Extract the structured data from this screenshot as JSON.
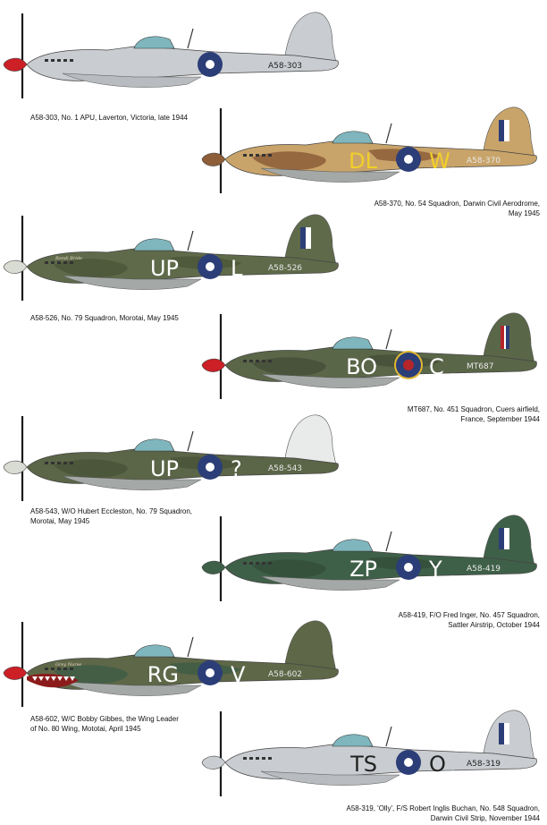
{
  "profiles": [
    {
      "serial": "A58-303",
      "code_left": "",
      "code_right": "",
      "camo": "silver",
      "base": "#c9ccd0",
      "dark": "#a9acb0",
      "spinner": "#cc1f26",
      "fin_flash": false,
      "caption_lines": [
        "A58-303, No. 1 APU, Laverton, Victoria, late 1944"
      ]
    },
    {
      "serial": "A58-370",
      "code_left": "DL",
      "code_right": "W",
      "camo": "desert",
      "base": "#c9a46a",
      "dark": "#8d5e38",
      "spinner": "#8d5e38",
      "code_color": "#f0cf2a",
      "fin_flash": true,
      "caption_lines": [
        "A58-370, No. 54 Squadron, Darwin Civil Aerodrome,",
        "May 1945"
      ]
    },
    {
      "serial": "A58-526",
      "code_left": "UP",
      "code_right": "L",
      "camo": "green-grey",
      "base": "#5f6a4a",
      "dark": "#4c5638",
      "spinner": "#d9dcd2",
      "code_color": "#ffffff",
      "fin_flash": true,
      "nose_art": "Bondi Bride",
      "caption_lines": [
        "A58-526, No. 79 Squadron, Morotai, May 1945"
      ]
    },
    {
      "serial": "MT687",
      "code_left": "BO",
      "code_right": "C",
      "camo": "green-grey",
      "base": "#5a6648",
      "dark": "#46503a",
      "spinner": "#cc1f26",
      "code_color": "#ffffff",
      "roundel_ring": "#e0b832",
      "fin_flash": true,
      "fin_flash_style": "raf",
      "caption_lines": [
        "MT687, No. 451 Squadron, Cuers airfield,",
        "France, September 1944"
      ]
    },
    {
      "serial": "A58-543",
      "code_left": "UP",
      "code_right": "?",
      "camo": "green-grey",
      "base": "#5b6547",
      "dark": "#49533a",
      "spinner": "#d9dcd2",
      "code_color": "#ffffff",
      "fin_flash": false,
      "white_tail": true,
      "caption_lines": [
        "A58-543, W/O Hubert Eccleston, No. 79 Squadron,",
        "Morotai, May 1945"
      ]
    },
    {
      "serial": "A58-419",
      "code_left": "ZP",
      "code_right": "Y",
      "camo": "green",
      "base": "#3f6048",
      "dark": "#344f3b",
      "spinner": "#3f6048",
      "code_color": "#ffffff",
      "fin_flash": true,
      "caption_lines": [
        "A58-419, F/O Fred Inger, No. 457 Squadron,",
        "Sattler Airstrip, October 1944"
      ]
    },
    {
      "serial": "A58-602",
      "code_left": "RG",
      "code_right": "V",
      "camo": "green-grey",
      "base": "#5e6747",
      "dark": "#3f5d46",
      "spinner": "#cc1f26",
      "code_color": "#ffffff",
      "fin_flash": false,
      "shark_mouth": true,
      "nose_art": "Grey Nurse",
      "caption_lines": [
        "A58-602, W/C Bobby Gibbes, the Wing Leader",
        "of No. 80 Wing, Mototai, April 1945"
      ]
    },
    {
      "serial": "A58-319",
      "code_left": "TS",
      "code_right": "O",
      "camo": "silver",
      "base": "#c9ccd0",
      "dark": "#a9acb0",
      "spinner": "#c9ccd0",
      "code_color": "#222222",
      "fin_flash": true,
      "caption_lines": [
        "A58-319, 'Olly', F/S Robert Inglis Buchan, No. 548 Squadron,",
        "Darwin Civil Strip, November 1944"
      ]
    }
  ]
}
